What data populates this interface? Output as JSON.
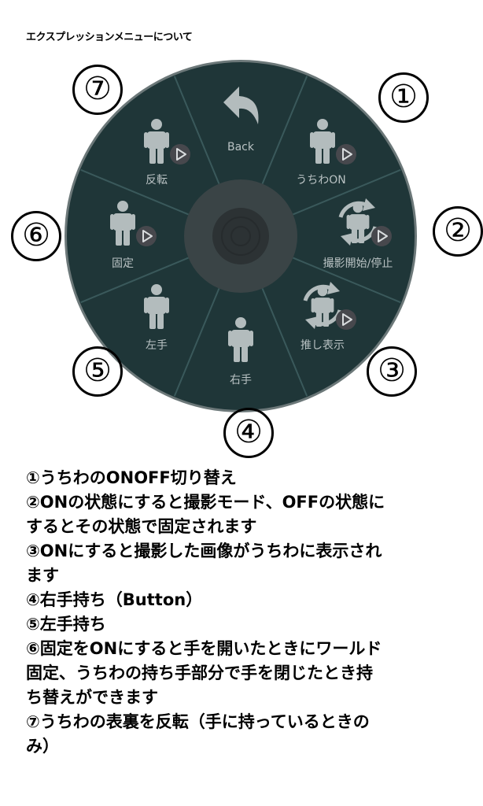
{
  "page": {
    "title": "エクスプレッションメニューについて"
  },
  "colors": {
    "disc": "#1f3638",
    "disc_edge": "#6c7879",
    "divider": "#3a595b",
    "center_ring": "#3a4446",
    "center_core": "#2c3234",
    "label": "#b9c2c3",
    "icon": "#b3bcbd",
    "play_badge": "#47484d"
  },
  "menu": {
    "segments": [
      {
        "label": "Back",
        "icon": "back-arrow-icon",
        "badge": false
      },
      {
        "label": "うちわON",
        "icon": "avatar-icon",
        "badge": true
      },
      {
        "label": "撮影開始/停止",
        "icon": "avatar-rotate-icon",
        "badge": true
      },
      {
        "label": "推し表示",
        "icon": "avatar-rotate-icon",
        "badge": true
      },
      {
        "label": "右手",
        "icon": "avatar-icon",
        "badge": false
      },
      {
        "label": "左手",
        "icon": "avatar-icon",
        "badge": false
      },
      {
        "label": "固定",
        "icon": "avatar-icon",
        "badge": true
      },
      {
        "label": "反転",
        "icon": "avatar-icon",
        "badge": true
      }
    ]
  },
  "callouts": [
    "①",
    "②",
    "③",
    "④",
    "⑤",
    "⑥",
    "⑦"
  ],
  "descriptions": [
    "①うちわのONOFF切り替え",
    "②ONの状態にすると撮影モード、OFFの状態に",
    "するとその状態で固定されます",
    "③ONにすると撮影した画像がうちわに表示され",
    "ます",
    "④右手持ち（Button）",
    "⑤左手持ち",
    "⑥固定をONにすると手を開いたときにワールド",
    "固定、うちわの持ち手部分で手を閉じたとき持",
    "ち替えができます",
    "⑦うちわの表裏を反転（手に持っているときの",
    "み）"
  ]
}
